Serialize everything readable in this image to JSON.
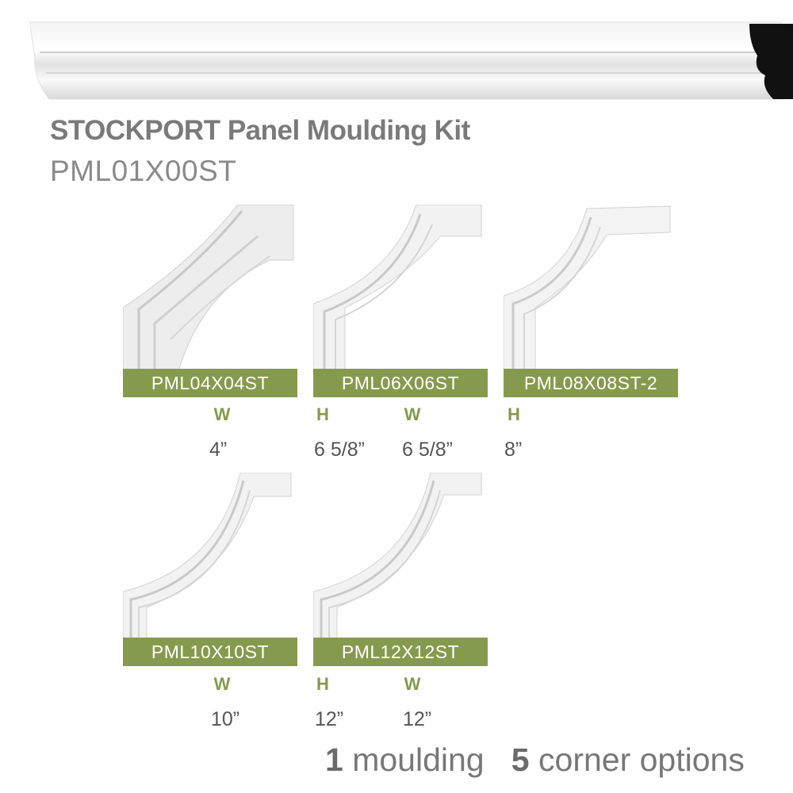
{
  "product": {
    "title": "STOCKPORT Panel Moulding Kit",
    "sku": "PML01X00ST"
  },
  "corners": [
    {
      "sku": "PML04X04ST",
      "dims": [
        {
          "key": "W",
          "value": "4”"
        }
      ]
    },
    {
      "sku": "PML06X06ST",
      "dims": [
        {
          "key": "H",
          "value": "6 5/8”"
        },
        {
          "key": "W",
          "value": "6 5/8”"
        }
      ]
    },
    {
      "sku": "PML08X08ST-2",
      "dims": [
        {
          "key": "H",
          "value": "8”"
        }
      ]
    },
    {
      "sku": "PML10X10ST",
      "dims": [
        {
          "key": "W",
          "value": "10”"
        }
      ]
    },
    {
      "sku": "PML12X12ST",
      "dims": [
        {
          "key": "H",
          "value": "12”"
        },
        {
          "key": "W",
          "value": "12”"
        }
      ]
    }
  ],
  "footer": {
    "moulding_count": "1",
    "moulding_text": "moulding",
    "corner_count": "5",
    "corner_text": "corner options"
  },
  "colors": {
    "label_bg": "#869a4e",
    "label_text": "#ffffff",
    "title_text": "#7a7a7a"
  },
  "icons": [
    "moulding-strip-image",
    "corner-moulding-image"
  ]
}
